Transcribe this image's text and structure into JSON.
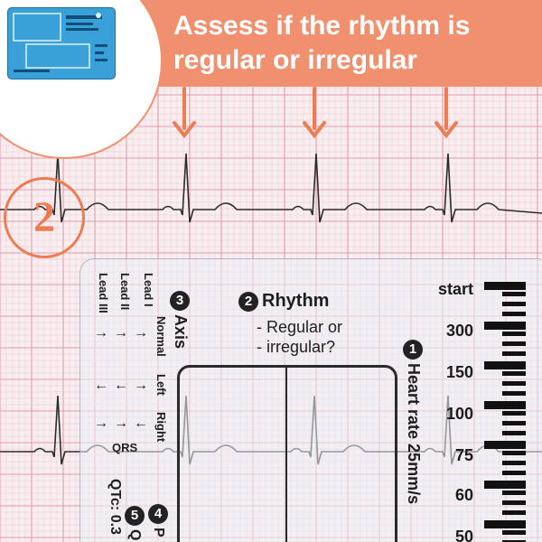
{
  "banner": {
    "line1": "Assess if the rhythm is",
    "line2": "regular or irregular",
    "color": "#f0906f"
  },
  "step_marker": {
    "number": "2"
  },
  "ruler": {
    "rhythm_heading": "Rhythm",
    "rhythm_number": "2",
    "rhythm_line1": "- Regular or",
    "rhythm_line2": "- irregular?",
    "axis_heading": "Axis",
    "axis_number": "3",
    "lead_1": "Lead I",
    "lead_2": "Lead II",
    "lead_3": "Lead III",
    "axis_normal": "Normal",
    "axis_left": "Left",
    "axis_right": "Right",
    "qrs": "QRS",
    "heart_rate_number": "1",
    "heart_rate_label": "Heart rate 25mm/s",
    "qtc_label": "QTc: 0.3",
    "step4_number": "4",
    "step4_label": "P",
    "step5_number": "5",
    "step5_label": "Q",
    "scale": [
      "start",
      "300",
      "150",
      "100",
      "75",
      "60",
      "50"
    ]
  },
  "colors": {
    "accent": "#ee7c52",
    "grid_minor": "#f2c6cf",
    "grid_major": "#e59aab"
  }
}
